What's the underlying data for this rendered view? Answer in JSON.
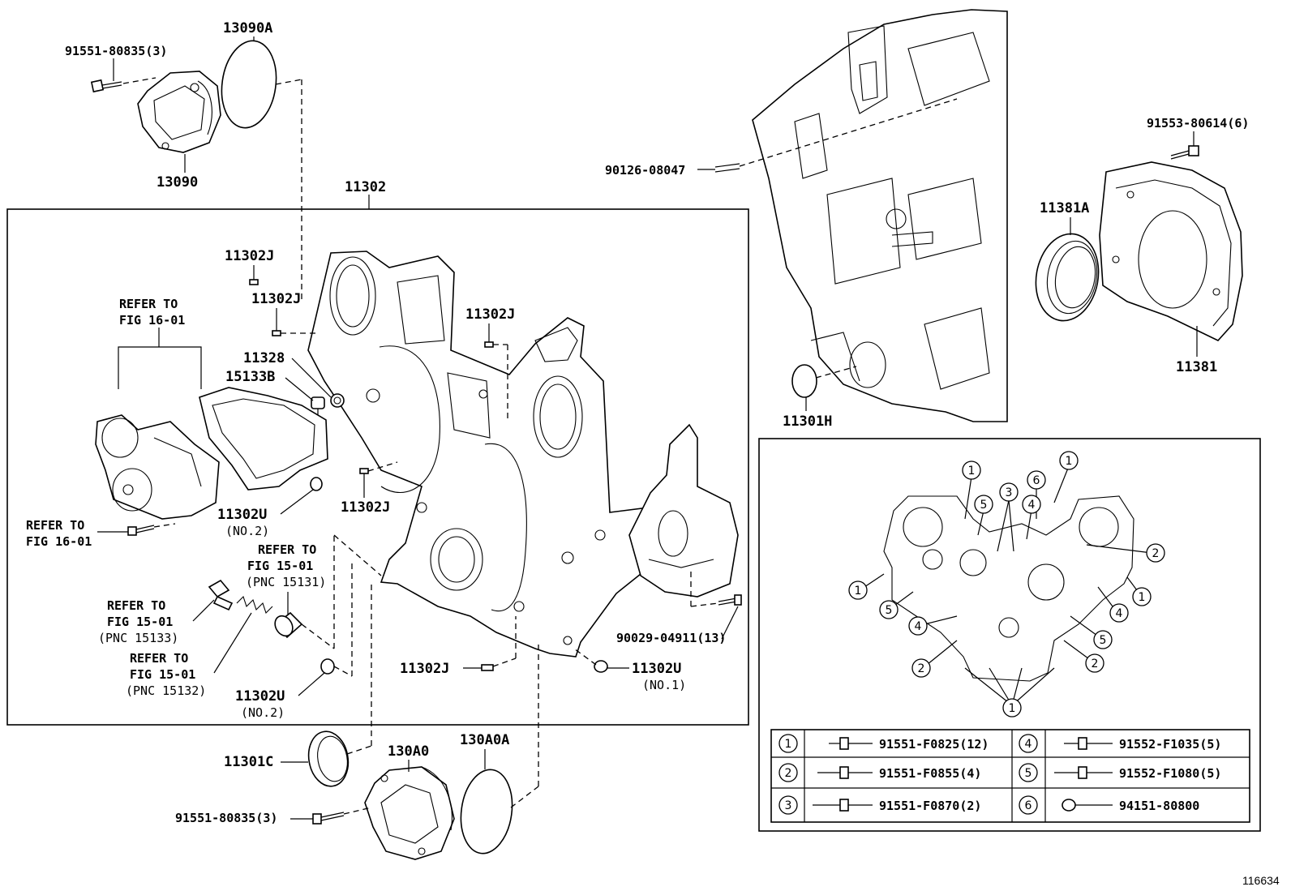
{
  "figure_number": "116634",
  "parts": {
    "bolt_91551_80835_top": "91551-80835(3)",
    "gasket_13090A": "13090A",
    "vvt_cover_13090": "13090",
    "cover_11302": "11302",
    "pin_11302J_a": "11302J",
    "pin_11302J_b": "11302J",
    "pin_11302J_c": "11302J",
    "pin_11302J_d": "11302J",
    "pin_11302J_e": "11302J",
    "plug_11328": "11328",
    "gasket_15133B": "15133B",
    "bush_11302U_no2_a": "11302U",
    "bush_11302U_no2_a_note": "(NO.2)",
    "bush_11302U_no2_b": "11302U",
    "bush_11302U_no2_b_note": "(NO.2)",
    "bush_11302U_no1": "11302U",
    "bush_11302U_no1_note": "(NO.1)",
    "stud_90029": "90029-04911(13)",
    "seal_11301C": "11301C",
    "vvt_cover_130A0": "130A0",
    "gasket_130A0A": "130A0A",
    "bolt_91551_80835_bottom": "91551-80835(3)",
    "stud_90126": "90126-08047",
    "bolt_91553": "91553-80614(6)",
    "seal_11381A": "11381A",
    "retainer_11381": "11381",
    "oring_11301H": "11301H"
  },
  "references": {
    "water_pump_top_line1": "REFER TO",
    "water_pump_top_line2": "FIG 16-01",
    "water_pump_bolt_line1": "REFER TO",
    "water_pump_bolt_line2": "FIG 16-01",
    "relief_valve_line1": "REFER TO",
    "relief_valve_line2": "FIG 15-01",
    "relief_valve_line3": "(PNC 15131)",
    "plug_line1": "REFER TO",
    "plug_line2": "FIG 15-01",
    "plug_line3": "(PNC 15133)",
    "spring_line1": "REFER TO",
    "spring_line2": "FIG 15-01",
    "spring_line3": "(PNC 15132)"
  },
  "bolt_layout": {
    "symbols": [
      "1",
      "2",
      "3",
      "4",
      "5",
      "6"
    ]
  },
  "bolt_legend": [
    {
      "symbol": "1",
      "part": "91551-F0825(12)"
    },
    {
      "symbol": "2",
      "part": "91551-F0855(4)"
    },
    {
      "symbol": "3",
      "part": "91551-F0870(2)"
    },
    {
      "symbol": "4",
      "part": "91552-F1035(5)"
    },
    {
      "symbol": "5",
      "part": "91552-F1080(5)"
    },
    {
      "symbol": "6",
      "part": "94151-80800"
    }
  ]
}
